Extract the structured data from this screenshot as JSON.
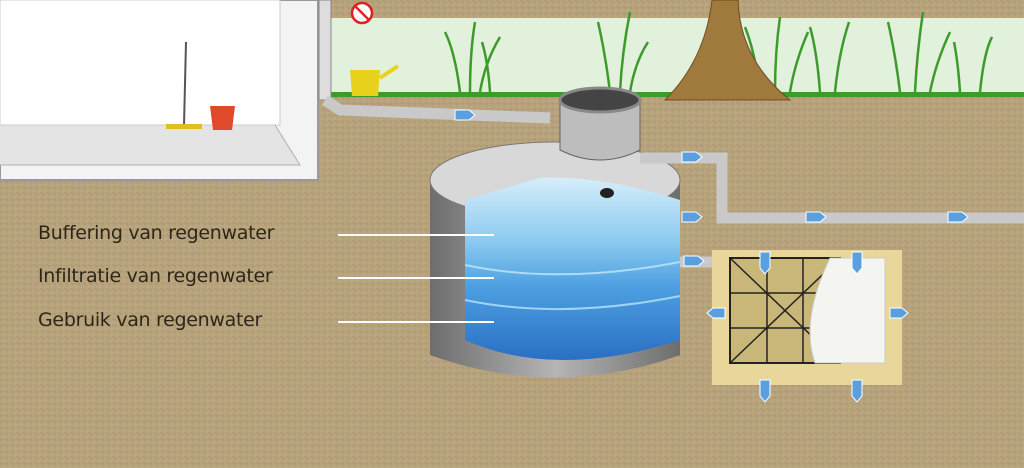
{
  "labels": [
    {
      "text": "Buffering van regenwater"
    },
    {
      "text": "Infiltratie van regenwater"
    },
    {
      "text": "Gebruik van regenwater"
    }
  ],
  "colors": {
    "soil": "#b8a47c",
    "grass": "#3c9b2b",
    "lawn": "#e2f1dc",
    "water_top": "#bfe3f7",
    "water_mid": "#6fb7e8",
    "water_deep": "#2f7fd0",
    "pipe": "#c9c9c9",
    "arrow": "#5aa0e0"
  },
  "icons": [
    "no-drinking-water-icon",
    "watering-can-icon",
    "broom-icon",
    "bucket-icon",
    "tree-icon",
    "tank-icon",
    "infiltration-crate-icon",
    "flow-arrow-icon"
  ]
}
